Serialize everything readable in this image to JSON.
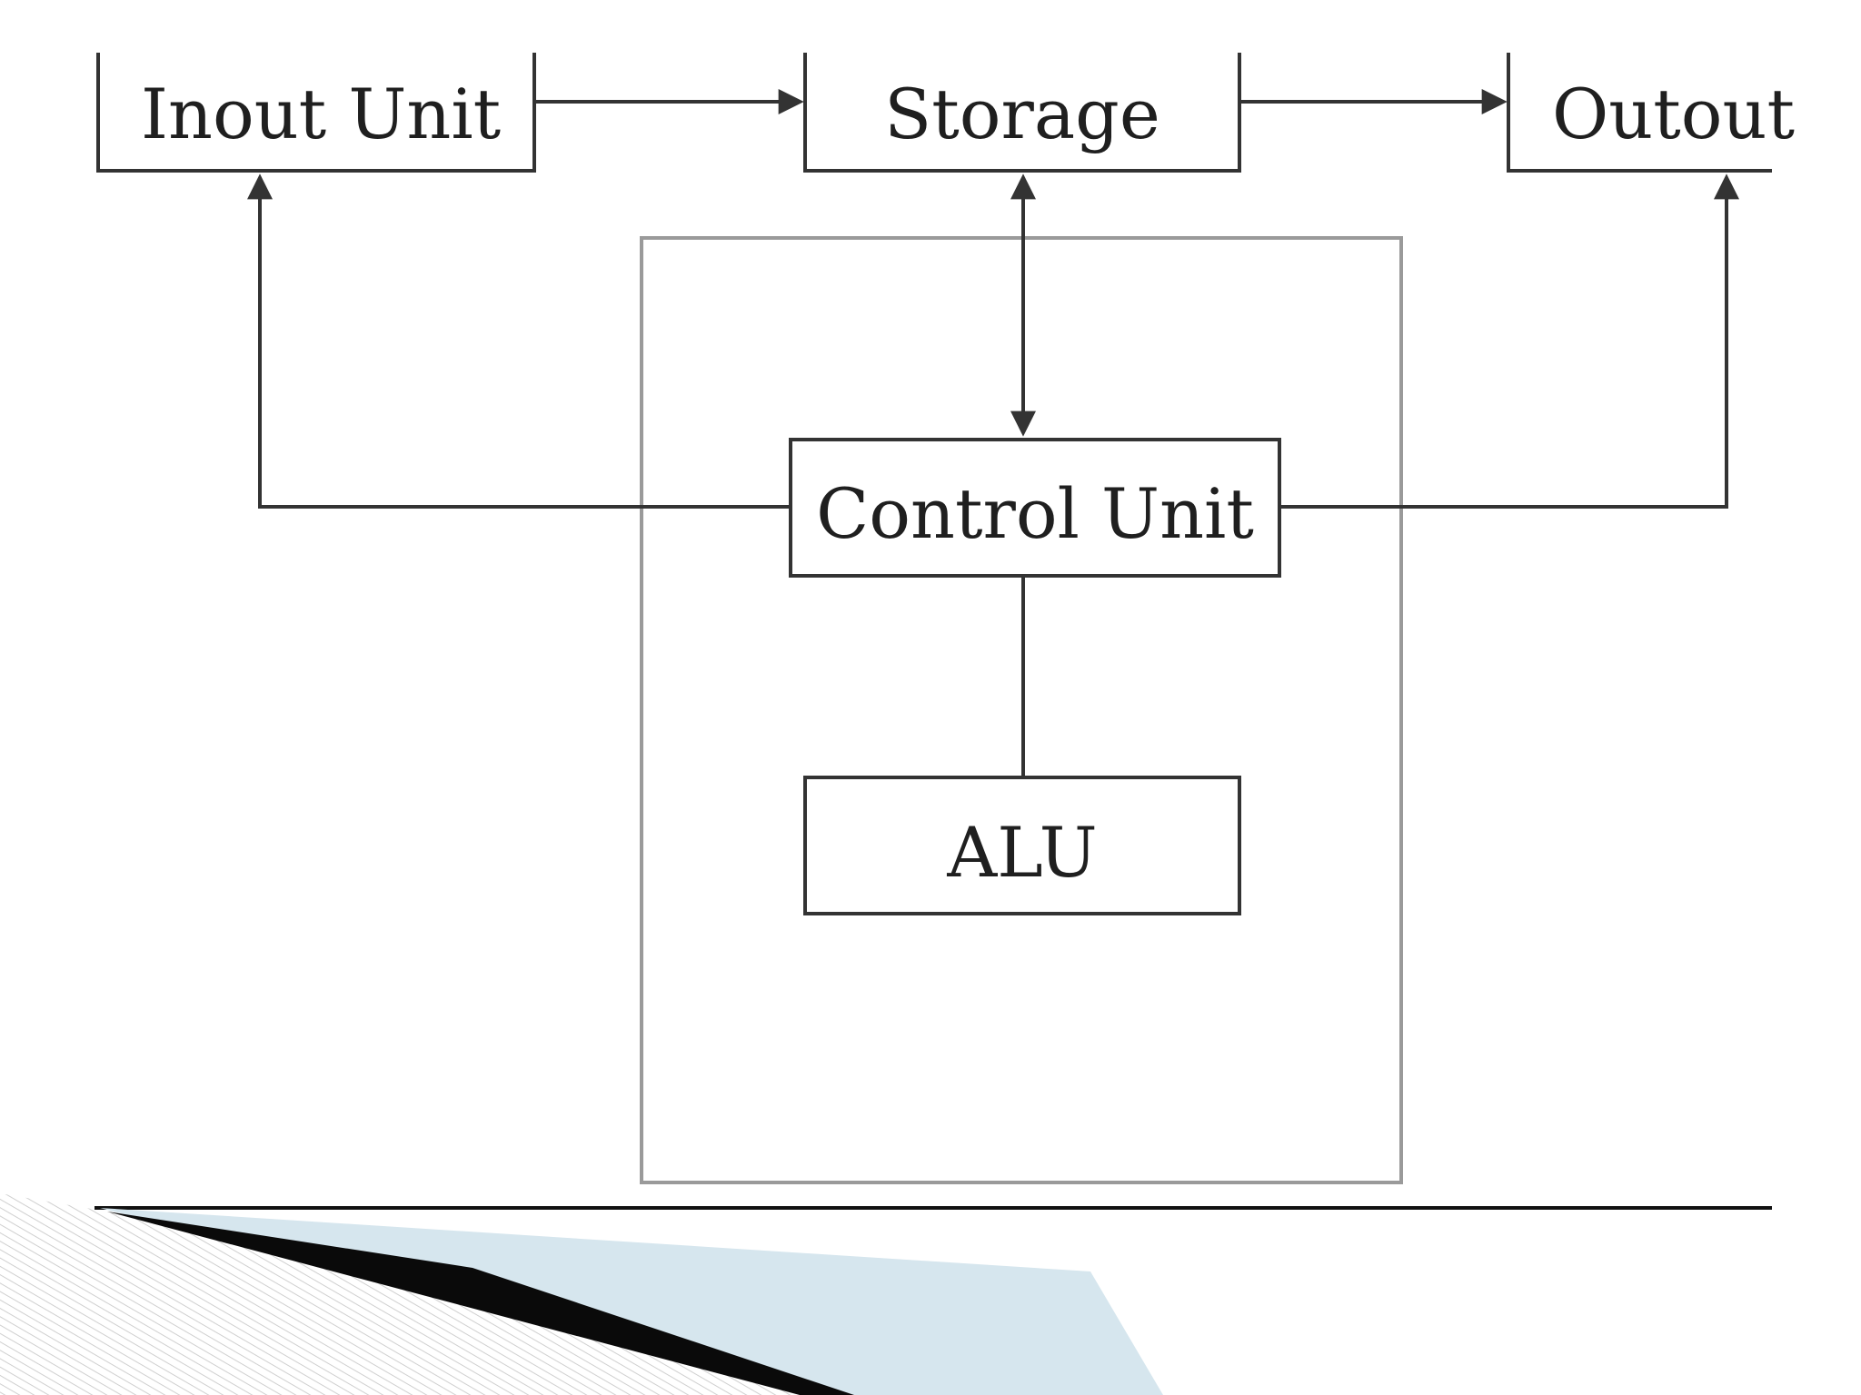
{
  "diagram": {
    "nodes": {
      "input": "Inout Unit",
      "storage": "Storage",
      "output": "Outout",
      "control": "Control Unit",
      "alu": "ALU"
    }
  },
  "colors": {
    "box_stroke": "#333333",
    "cpu_frame": "#9a9a9a",
    "footer_rule": "#111111",
    "accent_light": "#d6e6ee",
    "hatch": "#cfcfcf"
  }
}
